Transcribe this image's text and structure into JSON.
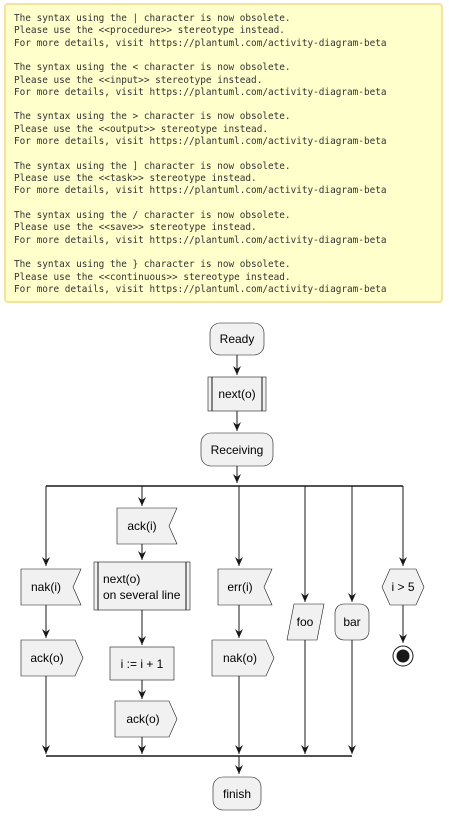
{
  "warnings": [
    [
      "The syntax using the | character is now obsolete.",
      "Please use the <<procedure>> stereotype instead.",
      "For more details, visit https://plantuml.com/activity-diagram-beta"
    ],
    [
      "The syntax using the < character is now obsolete.",
      "Please use the <<input>> stereotype instead.",
      "For more details, visit https://plantuml.com/activity-diagram-beta"
    ],
    [
      "The syntax using the > character is now obsolete.",
      "Please use the <<output>> stereotype instead.",
      "For more details, visit https://plantuml.com/activity-diagram-beta"
    ],
    [
      "The syntax using the ] character is now obsolete.",
      "Please use the <<task>> stereotype instead.",
      "For more details, visit https://plantuml.com/activity-diagram-beta"
    ],
    [
      "The syntax using the / character is now obsolete.",
      "Please use the <<save>> stereotype instead.",
      "For more details, visit https://plantuml.com/activity-diagram-beta"
    ],
    [
      "The syntax using the } character is now obsolete.",
      "Please use the <<continuous>> stereotype instead.",
      "For more details, visit https://plantuml.com/activity-diagram-beta"
    ]
  ],
  "diagram": {
    "ready": "Ready",
    "next": "next(o)",
    "receiving": "Receiving",
    "ack_in": "ack(i)",
    "next_multi_line1": "next(o)",
    "next_multi_line2": "on several line",
    "increment": "i := i + 1",
    "ack_out_2": "ack(o)",
    "nak_in": "nak(i)",
    "ack_out_1": "ack(o)",
    "err_in": "err(i)",
    "nak_out": "nak(o)",
    "foo": "foo",
    "bar": "bar",
    "cond": "i > 5",
    "finish": "finish"
  }
}
